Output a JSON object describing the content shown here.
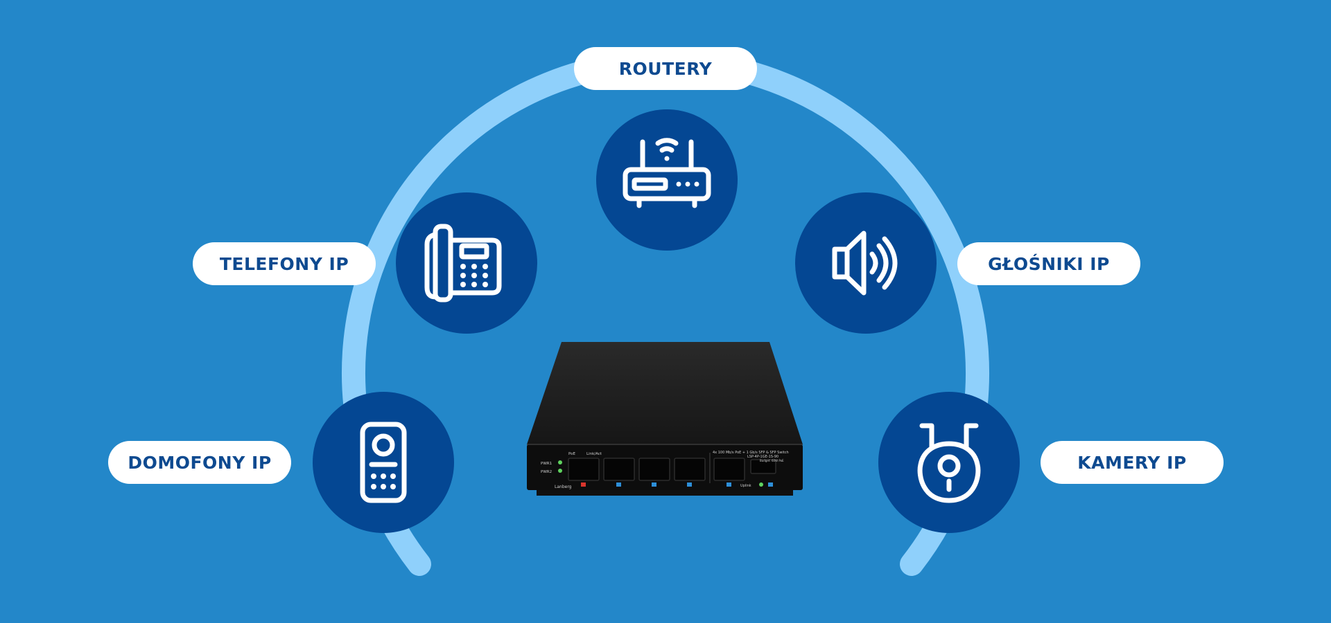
{
  "colors": {
    "background": "#2387c9",
    "arc": "#8fd0fb",
    "circle": "#044793",
    "label_bg": "#ffffff",
    "label_text": "#0e4a90"
  },
  "devices": {
    "routery": {
      "label": "ROUTERY",
      "icon": "router-icon"
    },
    "telefony": {
      "label": "TELEFONY IP",
      "icon": "desk-phone-icon"
    },
    "glosniki": {
      "label": "GŁOŚNIKI IP",
      "icon": "speaker-icon"
    },
    "domofony": {
      "label": "DOMOFONY IP",
      "icon": "intercom-icon"
    },
    "kamery": {
      "label": "KAMERY IP",
      "icon": "camera-icon"
    }
  },
  "switch": {
    "icon": "poe-switch-image",
    "model_line": "4x 100 Mb/s PoE + 1 Gb/s SFP & SFP Switch",
    "model_code": "LSP-4P-1GE-1S-90",
    "budget": "Budget: 60W PoE",
    "pwr1": "PWR1",
    "pwr2": "PWR2",
    "poe": "PoE",
    "link": "Link/Act",
    "uplink": "Uplink",
    "brand": "Lanberg"
  }
}
